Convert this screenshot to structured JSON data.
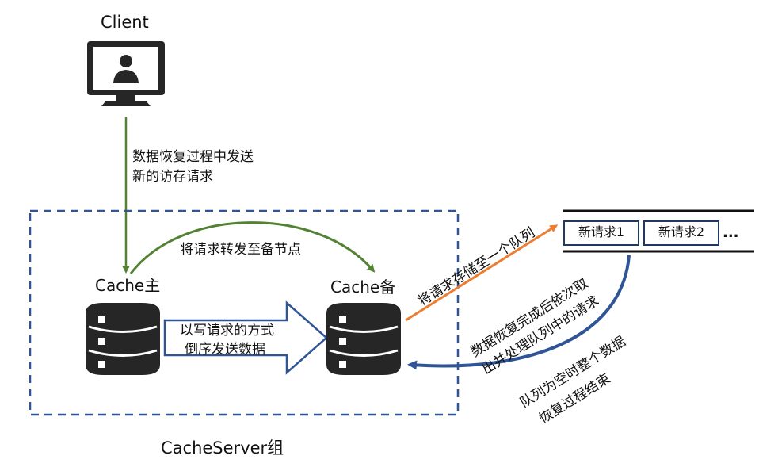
{
  "client": {
    "label": "Client",
    "icon": "monitor-user-icon"
  },
  "client_send": {
    "line1": "数据恢复过程中发送",
    "line2": "新的访存请求"
  },
  "group": {
    "label": "CacheServer组"
  },
  "primary": {
    "label": "Cache主",
    "icon": "database-icon"
  },
  "backup": {
    "label": "Cache备",
    "icon": "database-icon"
  },
  "forward": {
    "label": "将请求转发至备节点"
  },
  "write_arrow": {
    "line1": "以写请求的方式",
    "line2": "倒序发送数据"
  },
  "store_queue": {
    "label": "将请求存储至一个队列"
  },
  "queue": {
    "items": [
      "新请求1",
      "新请求2"
    ],
    "ellipsis": "..."
  },
  "process_queue": {
    "line1": "数据恢复完成后依次取",
    "line2": "出并处理队列中的请求"
  },
  "queue_empty": {
    "line1": "队列为空时整个数据",
    "line2": "恢复过程结束"
  },
  "colors": {
    "green": "#548235",
    "orange": "#ed7d31",
    "blue": "#2f5597",
    "dark": "#1f3864",
    "icon": "#262626"
  }
}
